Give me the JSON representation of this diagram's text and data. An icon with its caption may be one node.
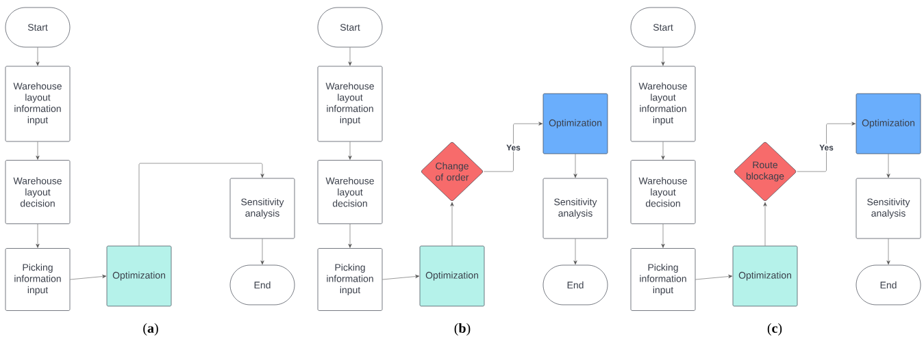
{
  "diagram": {
    "nodes": [
      {
        "text": [
          "Start"
        ]
      },
      {
        "text": [
          "Warehouse layout information input"
        ]
      },
      {
        "text": [
          "Warehouse layout decision"
        ]
      },
      {
        "text": [
          "Picking information input"
        ]
      },
      {
        "text": [
          "Optimization"
        ]
      },
      {
        "text": [
          "Sensitivity analysis"
        ]
      },
      {
        "text": [
          "End"
        ]
      },
      {
        "text": [
          "Start"
        ]
      },
      {
        "text": [
          "Warehouse layout information input"
        ]
      },
      {
        "text": [
          "Warehouse layout decision"
        ]
      },
      {
        "text": [
          "Picking information input"
        ]
      },
      {
        "text": [
          "Optimization"
        ]
      },
      {
        "text": [
          "Change of order"
        ]
      },
      {
        "text": [
          "Optimization"
        ]
      },
      {
        "text": [
          "Sensitivity analysis"
        ]
      },
      {
        "text": [
          "End"
        ]
      },
      {
        "text": [
          "Start"
        ]
      },
      {
        "text": [
          "Warehouse layout information input"
        ]
      },
      {
        "text": [
          "Warehouse layout decision"
        ]
      },
      {
        "text": [
          "Picking information input"
        ]
      },
      {
        "text": [
          "Optimization"
        ]
      },
      {
        "text": [
          "Route blockage"
        ]
      },
      {
        "text": [
          "Optimization"
        ]
      },
      {
        "text": [
          "Sensitivity analysis"
        ]
      },
      {
        "text": [
          "End"
        ]
      }
    ],
    "edges": [
      {
        "from": 0,
        "to": 1,
        "arrow": "to"
      },
      {
        "from": 1,
        "to": 2,
        "arrow": "to"
      },
      {
        "from": 2,
        "to": 3,
        "arrow": "to"
      },
      {
        "from": 3,
        "to": 4,
        "arrow": "to"
      },
      {
        "from": 4,
        "to": 5,
        "arrow": "to"
      },
      {
        "from": 5,
        "to": 6,
        "arrow": "to"
      },
      {
        "from": 7,
        "to": 8,
        "arrow": "to"
      },
      {
        "from": 8,
        "to": 9,
        "arrow": "to"
      },
      {
        "from": 9,
        "to": 10,
        "arrow": "to"
      },
      {
        "from": 10,
        "to": 11,
        "arrow": "to"
      },
      {
        "from": 11,
        "to": 12,
        "arrow": "to"
      },
      {
        "from": 12,
        "to": 13,
        "arrow": "to",
        "label": "Yes"
      },
      {
        "from": 13,
        "to": 14,
        "arrow": "to"
      },
      {
        "from": 14,
        "to": 15,
        "arrow": "to"
      },
      {
        "from": 16,
        "to": 17,
        "arrow": "to"
      },
      {
        "from": 17,
        "to": 18,
        "arrow": "to"
      },
      {
        "from": 18,
        "to": 19,
        "arrow": "to"
      },
      {
        "from": 19,
        "to": 20,
        "arrow": "to"
      },
      {
        "from": 20,
        "to": 21,
        "arrow": "to"
      },
      {
        "from": 21,
        "to": 22,
        "arrow": "to",
        "label": "Yes"
      },
      {
        "from": 22,
        "to": 23,
        "arrow": "to"
      },
      {
        "from": 23,
        "to": 24,
        "arrow": "to"
      }
    ],
    "labels": [
      "(**a**)",
      "(**b**)",
      "(**c**)"
    ]
  }
}
